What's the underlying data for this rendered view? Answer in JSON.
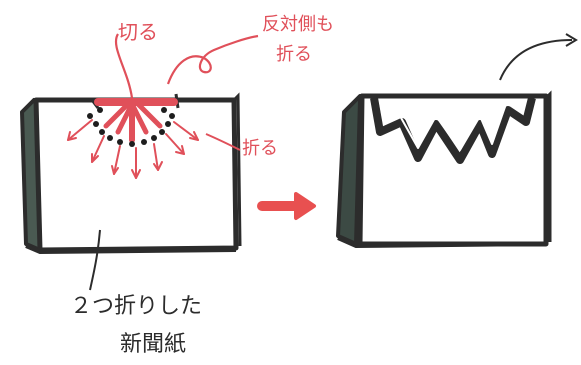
{
  "labels": {
    "cut": "切る",
    "fold_other_side_line1": "反対側も",
    "fold_other_side_line2": "折る",
    "fold": "折る",
    "newspaper_line1": "２つ折りした",
    "newspaper_line2": "新聞紙"
  },
  "colors": {
    "red": "#e0505a",
    "dark": "#2c2c2c",
    "paper_shadow": "#3c4a44",
    "background": "#ffffff"
  },
  "icons": {
    "arrow": "right-arrow-icon"
  }
}
